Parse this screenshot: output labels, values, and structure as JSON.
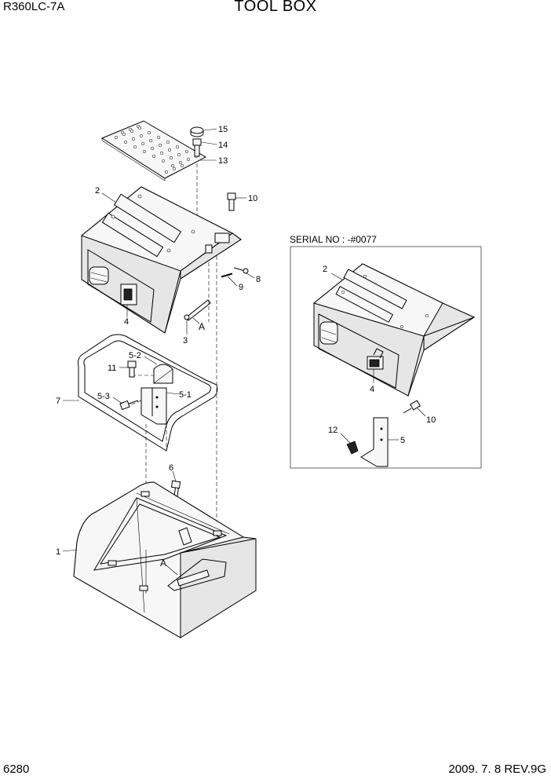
{
  "header": {
    "model": "R360LC-7A",
    "title": "TOOL BOX"
  },
  "footer": {
    "page_number": "6280",
    "revision": "2009. 7. 8  REV.9G"
  },
  "inset": {
    "serial_label": "SERIAL NO : -#0077"
  },
  "callouts": {
    "main": {
      "c15": "15",
      "c14": "14",
      "c13": "13",
      "c2": "2",
      "c10": "10",
      "c8": "8",
      "c9": "9",
      "c4": "4",
      "c3": "3",
      "cA1": "A",
      "c52": "5-2",
      "c11": "11",
      "c7": "7",
      "c53": "5-3",
      "c51": "5-1",
      "c6": "6",
      "c1": "1",
      "cA2": "A"
    },
    "inset": {
      "i2": "2",
      "i4": "4",
      "i10": "10",
      "i12": "12",
      "i5": "5"
    }
  }
}
